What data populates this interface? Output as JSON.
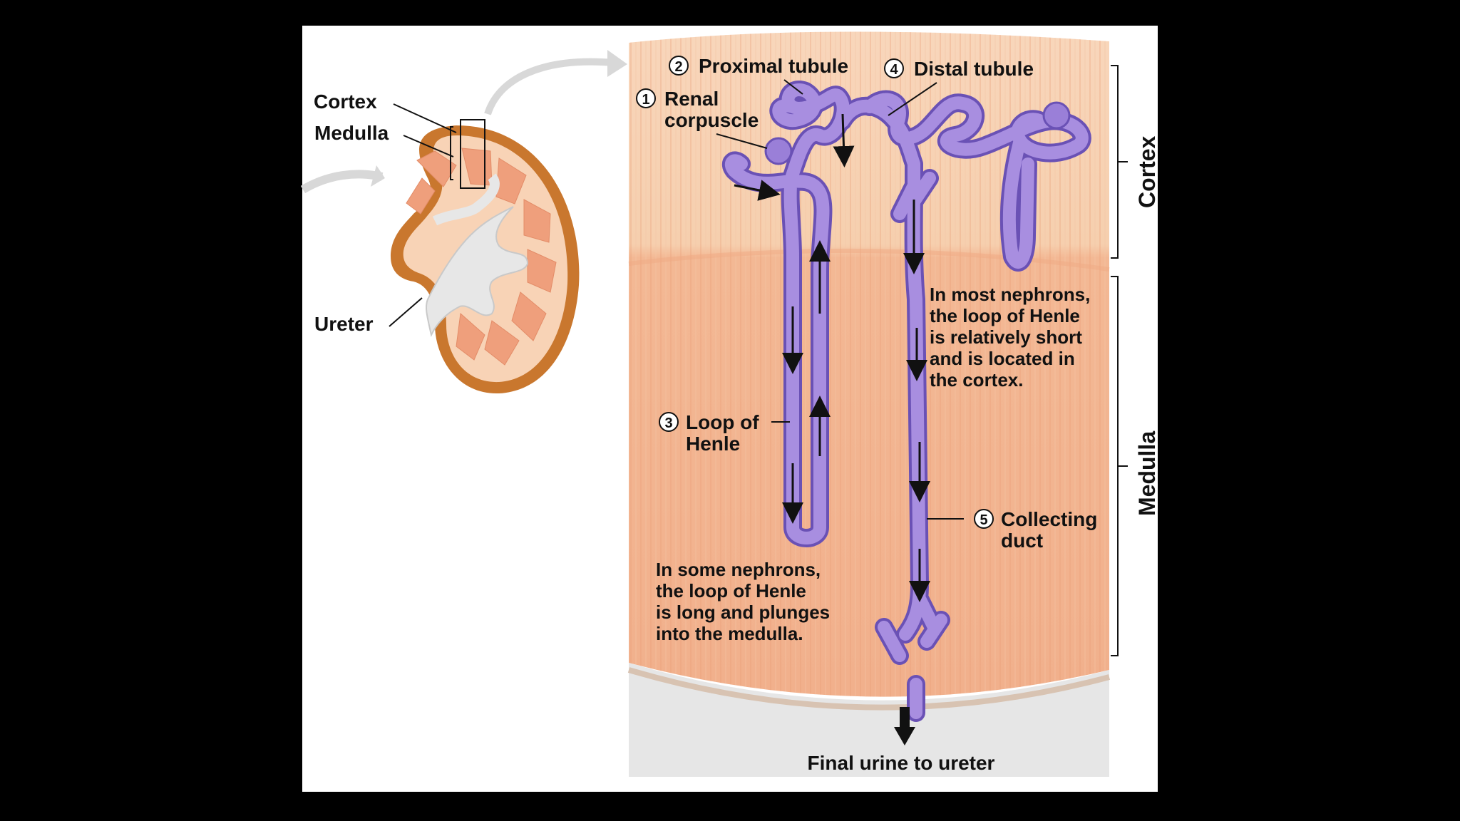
{
  "kidney": {
    "labels": {
      "cortex": "Cortex",
      "medulla": "Medulla",
      "ureter": "Ureter"
    }
  },
  "nephron": {
    "steps": [
      {
        "num": "1",
        "label_lines": [
          "Renal",
          "corpuscle"
        ]
      },
      {
        "num": "2",
        "label_lines": [
          "Proximal tubule"
        ]
      },
      {
        "num": "3",
        "label_lines": [
          "Loop of",
          "Henle"
        ]
      },
      {
        "num": "4",
        "label_lines": [
          "Distal tubule"
        ]
      },
      {
        "num": "5",
        "label_lines": [
          "Collecting",
          "duct"
        ]
      }
    ],
    "note_short_loop": [
      "In most nephrons,",
      "the loop of Henle",
      "is relatively short",
      "and is located in",
      "the cortex."
    ],
    "note_long_loop": [
      "In some nephrons,",
      "the loop of Henle",
      "is long and plunges",
      "into the medulla."
    ],
    "final_urine": "Final urine to ureter",
    "region_brackets": {
      "cortex": "Cortex",
      "medulla": "Medulla"
    }
  },
  "colors": {
    "background": "#000000",
    "panel": "#ffffff",
    "cortex_tissue": "#f6cfae",
    "medulla_tissue": "#f1b08c",
    "tubule": "#a88ee0",
    "tubule_outline": "#6a51b5",
    "kidney_capsule": "#c9772e"
  }
}
